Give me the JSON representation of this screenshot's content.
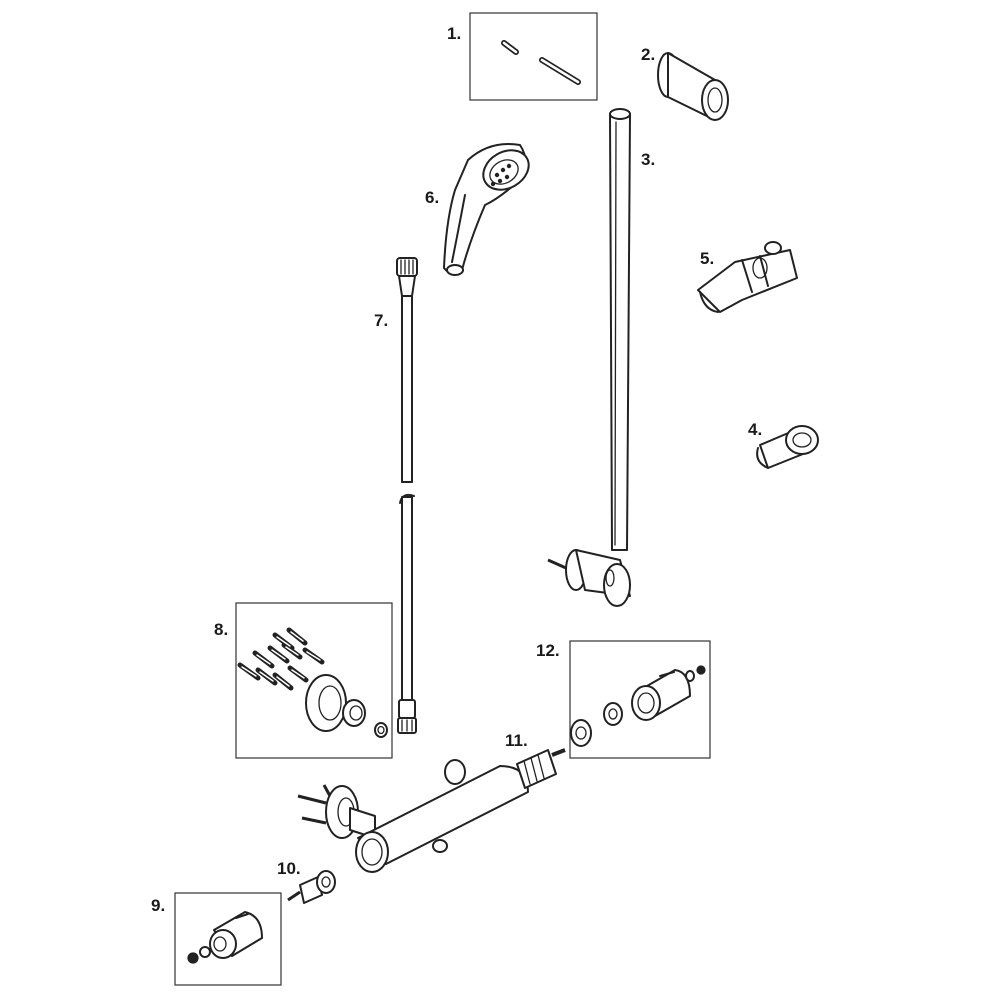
{
  "diagram": {
    "callouts": [
      {
        "id": "p1",
        "label": "1."
      },
      {
        "id": "p2",
        "label": "2."
      },
      {
        "id": "p3",
        "label": "3."
      },
      {
        "id": "p4",
        "label": "4."
      },
      {
        "id": "p5",
        "label": "5."
      },
      {
        "id": "p6",
        "label": "6."
      },
      {
        "id": "p7",
        "label": "7."
      },
      {
        "id": "p8",
        "label": "8."
      },
      {
        "id": "p9",
        "label": "9."
      },
      {
        "id": "p10",
        "label": "10."
      },
      {
        "id": "p11",
        "label": "11."
      },
      {
        "id": "p12",
        "label": "12."
      }
    ],
    "colors": {
      "line": "#222222",
      "background": "#ffffff"
    }
  }
}
